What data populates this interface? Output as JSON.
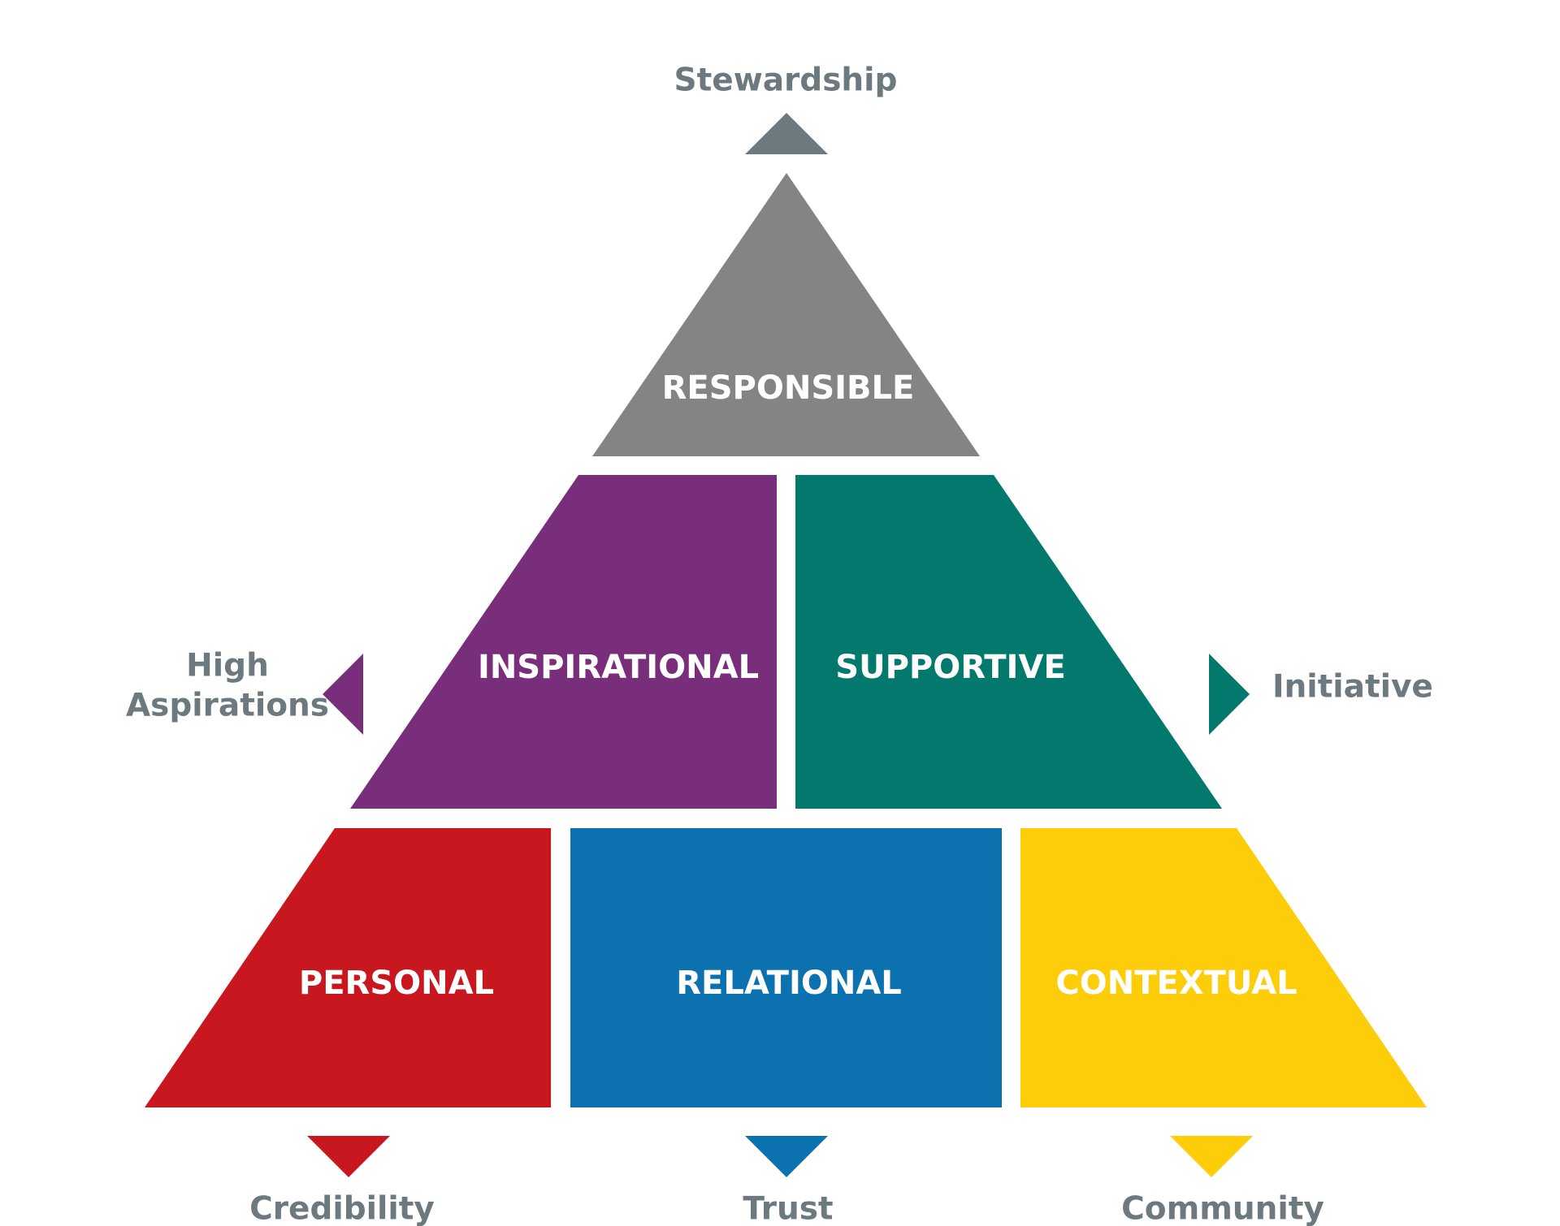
{
  "segments": {
    "responsible": {
      "label": "RESPONSIBLE",
      "color": "#838486"
    },
    "inspirational": {
      "label": "INSPIRATIONAL",
      "color": "#782e7a"
    },
    "supportive": {
      "label": "SUPPORTIVE",
      "color": "#03796d"
    },
    "personal": {
      "label": "PERSONAL",
      "color": "#c8171f"
    },
    "relational": {
      "label": "RELATIONAL",
      "color": "#0c72af"
    },
    "contextual": {
      "label": "CONTEXTUAL",
      "color": "#fccd08"
    }
  },
  "outcomes": {
    "stewardship": {
      "label": "Stewardship",
      "color": "#6c7a80",
      "direction": "up"
    },
    "high_aspirations": {
      "line1": "High",
      "line2": "Aspirations",
      "color": "#782e7a",
      "direction": "left"
    },
    "initiative": {
      "label": "Initiative",
      "color": "#03796d",
      "direction": "right"
    },
    "credibility": {
      "label": "Credibility",
      "color": "#c8171f",
      "direction": "down"
    },
    "trust": {
      "label": "Trust",
      "color": "#0c72af",
      "direction": "down"
    },
    "community": {
      "label": "Community",
      "color": "#fccd08",
      "direction": "down"
    }
  },
  "text_color": "#6c7a80"
}
